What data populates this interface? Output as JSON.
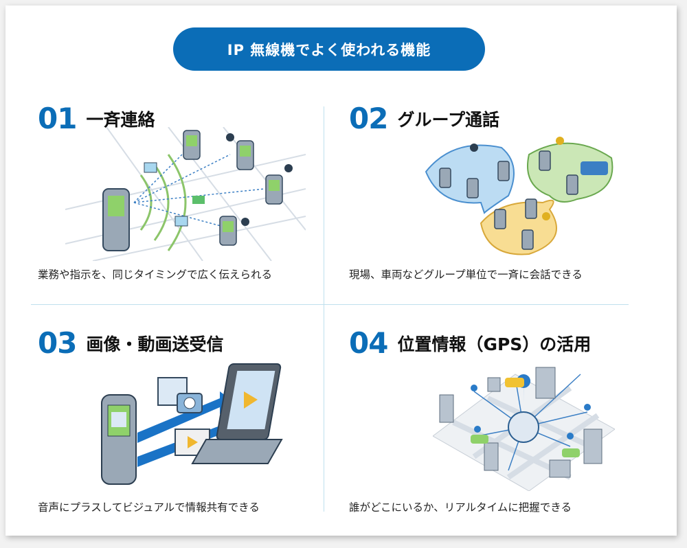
{
  "title": "IP 無線機でよく使われる機能",
  "features": [
    {
      "number": "01",
      "title": "一斉連絡",
      "description": "業務や指示を、同じタイミングで広く伝えられる"
    },
    {
      "number": "02",
      "title": "グループ通話",
      "description": "現場、車両などグループ単位で一斉に会話できる"
    },
    {
      "number": "03",
      "title": "画像・動画送受信",
      "description": "音声にプラスしてビジュアルで情報共有できる"
    },
    {
      "number": "04",
      "title": "位置情報（GPS）の活用",
      "description": "誰がどこにいるか、リアルタイムに把握できる"
    }
  ],
  "colors": {
    "accent": "#0b6db7",
    "divider": "#bfe0ee"
  }
}
